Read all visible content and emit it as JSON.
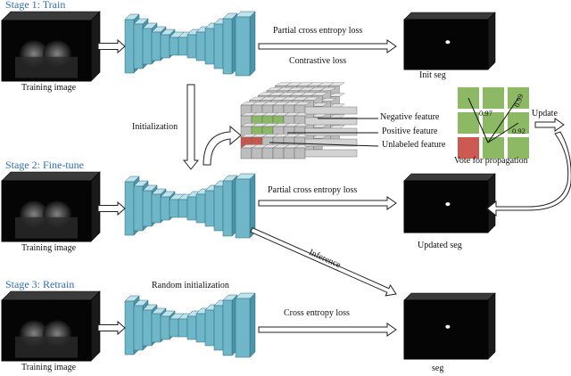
{
  "stages": [
    {
      "title": "Stage 1: Train",
      "input_caption": "Training image"
    },
    {
      "title": "Stage 2: Fine-tune",
      "input_caption": "Training image"
    },
    {
      "title": "Stage 3: Retrain",
      "input_caption": "Training image"
    }
  ],
  "edges": {
    "partial_ce_1": "Partial cross entropy loss",
    "contrastive": "Contrastive loss",
    "initialization": "Initialization",
    "partial_ce_2": "Partial cross entropy loss",
    "inference": "Inference",
    "random_init": "Random initialization",
    "cross_entropy": "Cross entropy loss",
    "update": "Update"
  },
  "outputs": {
    "init_seg": "Init seg",
    "updated_seg": "Updated seg",
    "seg": "seg"
  },
  "feature_legend": {
    "negative": "Negative feature",
    "positive": "Positive feature",
    "unlabeled": "Unlabeled feature"
  },
  "vote": {
    "caption": "Vote for  propagation",
    "values": [
      "0.97",
      "0.99",
      "0.92"
    ]
  },
  "colors": {
    "stage_title": "#2a6fb5",
    "network_face": "#6fb6c9",
    "network_top": "#bfe3ec",
    "network_side": "#4b93a6",
    "vote_green": "#8db864",
    "vote_red": "#cd5a50",
    "feature_gray": "#bdbdbd",
    "feature_green": "#8ab865",
    "feature_red": "#c4574e"
  }
}
